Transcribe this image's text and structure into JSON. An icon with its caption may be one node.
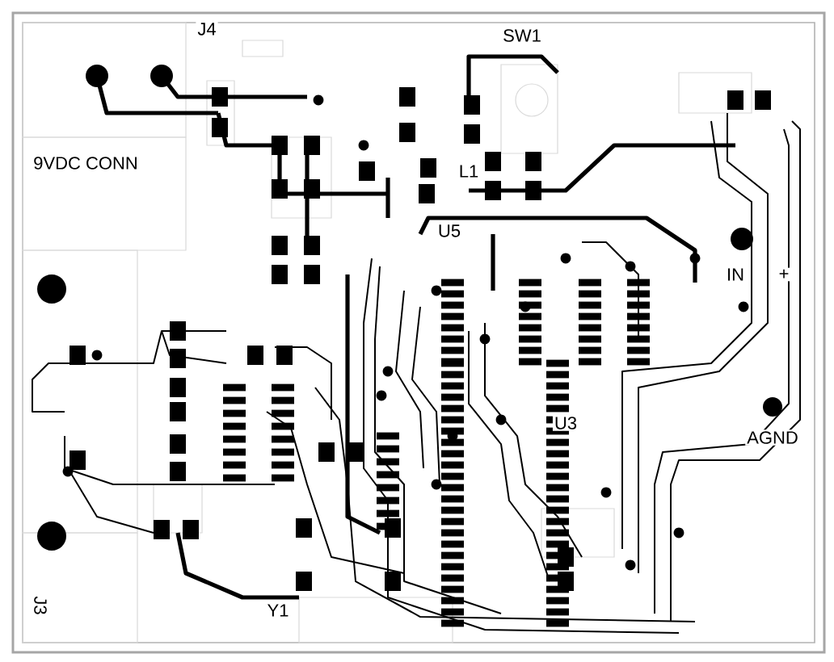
{
  "diagram": {
    "labels": [
      "J4",
      "SW1",
      "9VDC CONN",
      "L1",
      "U5",
      "IN",
      "+",
      "U3",
      "AGND",
      "J3",
      "Y1"
    ]
  }
}
